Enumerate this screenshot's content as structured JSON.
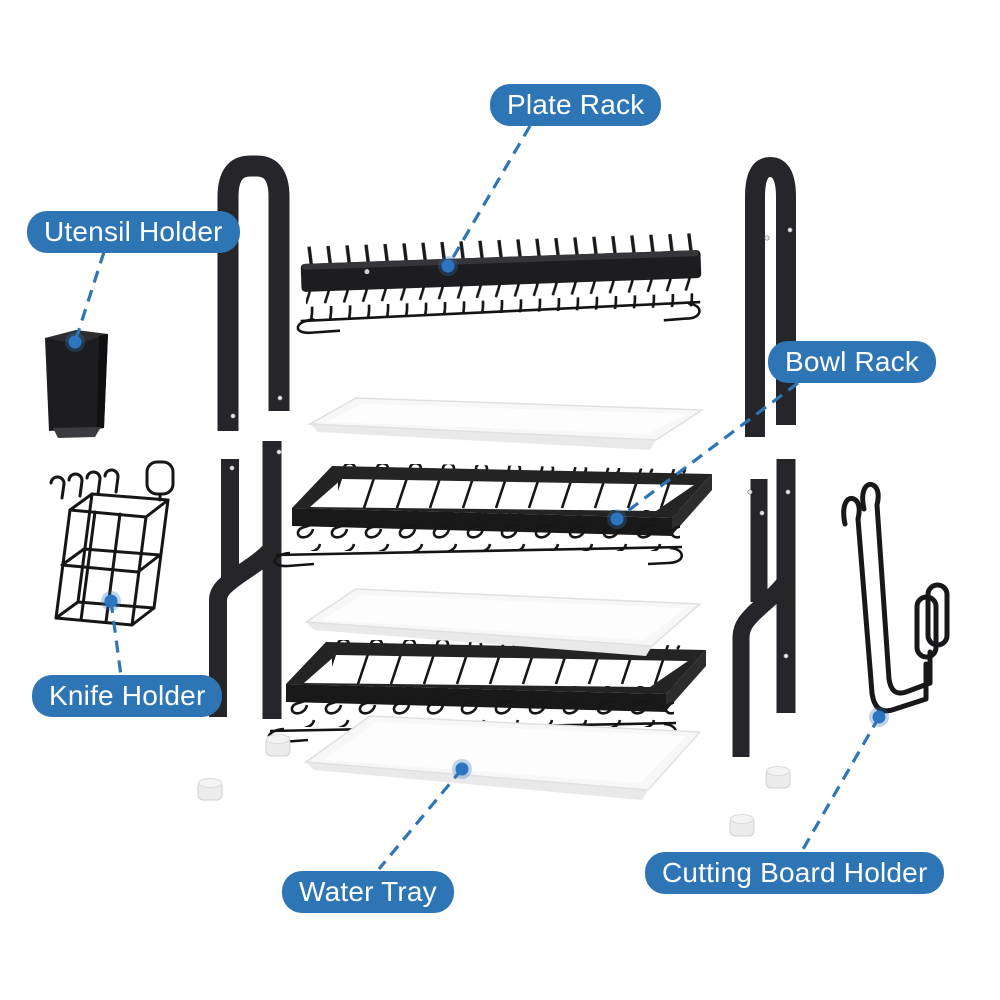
{
  "diagram": {
    "background_color": "#ffffff",
    "accent_color": "#2e75b6",
    "label_text_color": "#ffffff",
    "metal_color": "#1e1e1e",
    "tray_color": "#f7f7f7",
    "callouts": [
      {
        "part": "plate-rack",
        "text": "Plate Rack"
      },
      {
        "part": "utensil-holder",
        "text": "Utensil Holder"
      },
      {
        "part": "bowl-rack",
        "text": "Bowl Rack"
      },
      {
        "part": "knife-holder",
        "text": "Knife Holder"
      },
      {
        "part": "water-tray",
        "text": "Water Tray"
      },
      {
        "part": "cutting-board-holder",
        "text": "Cutting Board Holder"
      }
    ],
    "parts_shown": [
      "top-frame-left",
      "top-frame-right",
      "plate-rack",
      "water-tray-top",
      "bowl-rack",
      "lower-frame-left",
      "lower-frame-right",
      "water-tray-middle",
      "dish-rack-lower",
      "water-tray-bottom",
      "utensil-holder",
      "knife-holder",
      "cutting-board-holder",
      "foot-caps"
    ]
  }
}
